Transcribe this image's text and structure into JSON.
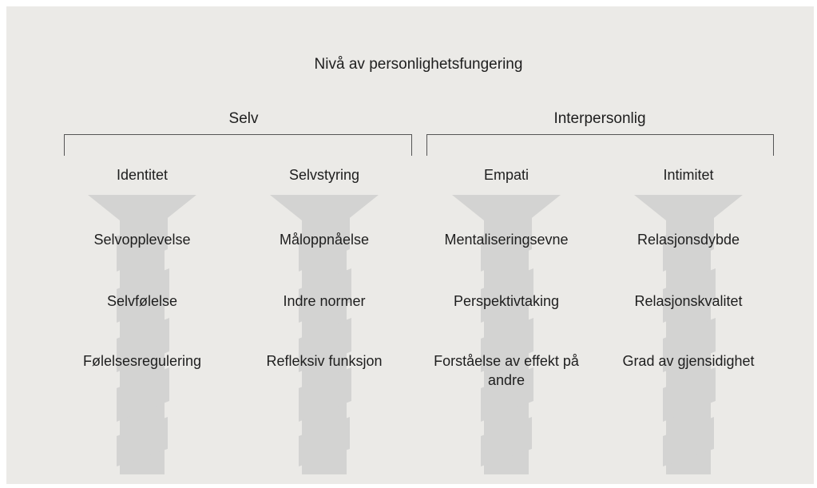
{
  "title": "Nivå av personlighetsfungering",
  "groups": [
    {
      "label": "Selv"
    },
    {
      "label": "Interpersonlig"
    }
  ],
  "columns": [
    {
      "label": "Identitet",
      "items": [
        "Selvopplevelse",
        "Selvfølelse",
        "Følelsesregulering"
      ]
    },
    {
      "label": "Selvstyring",
      "items": [
        "Måloppnåelse",
        "Indre normer",
        "Refleksiv funksjon"
      ]
    },
    {
      "label": "Empati",
      "items": [
        "Mentaliseringsevne",
        "Perspektivtaking",
        "Forståelse av effekt på andre"
      ]
    },
    {
      "label": "Intimitet",
      "items": [
        "Relasjonsdybde",
        "Relasjonskvalitet",
        "Grad av gjensidighet"
      ]
    }
  ],
  "colors": {
    "background": "#ebeae7",
    "screw": "#d3d3d2",
    "text": "#1e1e1e",
    "bracket": "#555555"
  },
  "icon": "screw-icon"
}
